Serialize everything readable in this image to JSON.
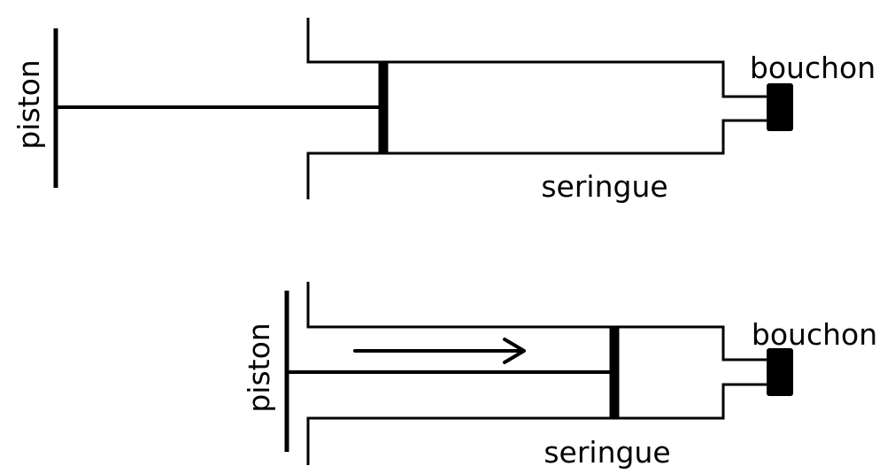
{
  "colors": {
    "ink": "#000000",
    "background": "#ffffff"
  },
  "panels": [
    {
      "state": "piston-pulled-out",
      "labels": {
        "piston": "piston",
        "syringe": "seringue",
        "stopper": "bouchon"
      }
    },
    {
      "state": "piston-pushed-in",
      "labels": {
        "piston": "piston",
        "syringe": "seringue",
        "stopper": "bouchon"
      },
      "arrow": {
        "direction": "right",
        "meaning": "push"
      }
    }
  ]
}
